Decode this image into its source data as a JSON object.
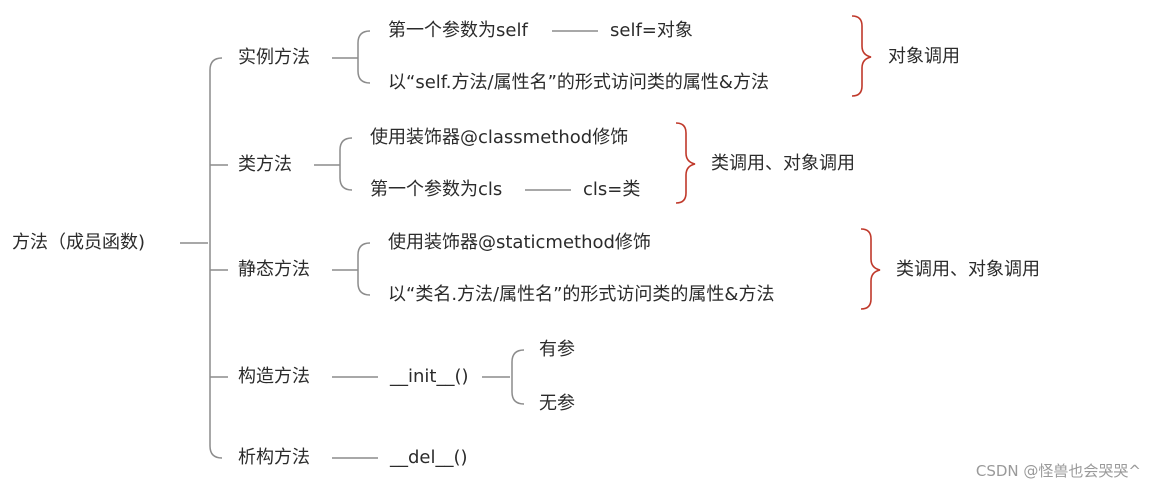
{
  "root": "方法（成员函数)",
  "branches": [
    {
      "label": "实例方法",
      "children": [
        {
          "text": "第一个参数为self",
          "note": "self=对象"
        },
        {
          "text": "以“self.方法/属性名”的形式访问类的属性&方法"
        }
      ],
      "summary": "对象调用"
    },
    {
      "label": "类方法",
      "children": [
        {
          "text": "使用装饰器@classmethod修饰"
        },
        {
          "text": "第一个参数为cls",
          "note": "cls=类"
        }
      ],
      "summary": "类调用、对象调用"
    },
    {
      "label": "静态方法",
      "children": [
        {
          "text": "使用装饰器@staticmethod修饰"
        },
        {
          "text": "以“类名.方法/属性名”的形式访问类的属性&方法"
        }
      ],
      "summary": "类调用、对象调用"
    },
    {
      "label": "构造方法",
      "method": "__init__()",
      "options": [
        "有参",
        "无参"
      ]
    },
    {
      "label": "析构方法",
      "method": "__del__()"
    }
  ],
  "watermark": "CSDN @怪兽也会哭哭^",
  "colors": {
    "text": "#2b2b2b",
    "line": "#8c8c8c",
    "brace": "#c0392b",
    "watermark": "#9a9a9a"
  }
}
